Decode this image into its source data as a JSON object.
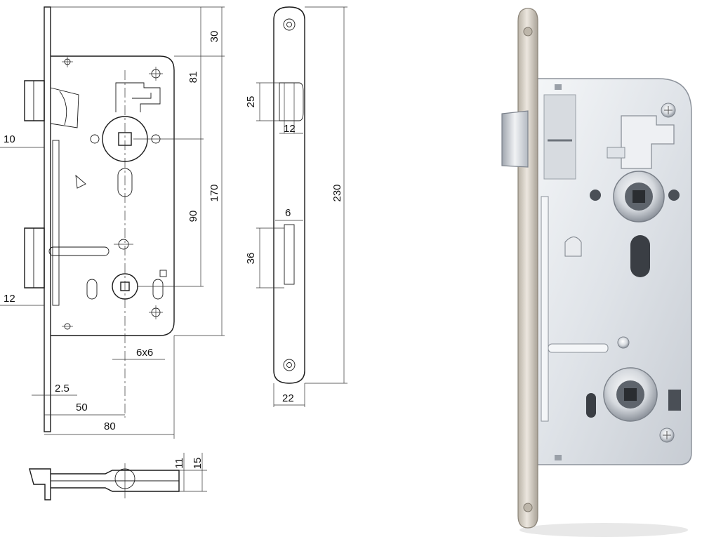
{
  "dimensions": {
    "d30": "30",
    "d81": "81",
    "d10": "10",
    "d170": "170",
    "d90": "90",
    "d12_left": "12",
    "d6x6": "6x6",
    "d2_5": "2.5",
    "d50": "50",
    "d80": "80",
    "d25": "25",
    "d12_front": "12",
    "d6": "6",
    "d230": "230",
    "d36": "36",
    "d22": "22",
    "d11": "11",
    "d15": "15"
  },
  "colors": {
    "line": "#1a1a1a",
    "metal_light": "#e9ebee",
    "metal_mid": "#c9cdd3",
    "metal_dark": "#8d939c",
    "faceplate": "#cfc9bf"
  },
  "product": {
    "icon": "mortise-lock-icon"
  }
}
